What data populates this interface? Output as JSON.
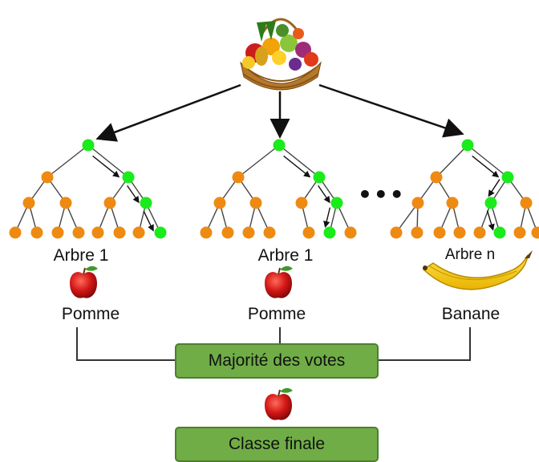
{
  "colors": {
    "internal_node": "#ee8a12",
    "path_node": "#1aeb1a",
    "box_fill": "#70ad47",
    "edge": "#333333"
  },
  "icons": {
    "root": "fruit-basket-icon",
    "apple": "apple-icon",
    "banana": "banana-icon"
  },
  "trees": [
    {
      "label": "Arbre 1",
      "prediction": "Pomme",
      "fruit_icon": "apple-icon"
    },
    {
      "label": "Arbre 1",
      "prediction": "Pomme",
      "fruit_icon": "apple-icon"
    },
    {
      "label": "Arbre n",
      "prediction": "Banane",
      "fruit_icon": "banana-icon"
    }
  ],
  "ellipsis": "•••",
  "vote_box": {
    "label": "Majorité des votes"
  },
  "final_box": {
    "label": "Classe finale"
  }
}
